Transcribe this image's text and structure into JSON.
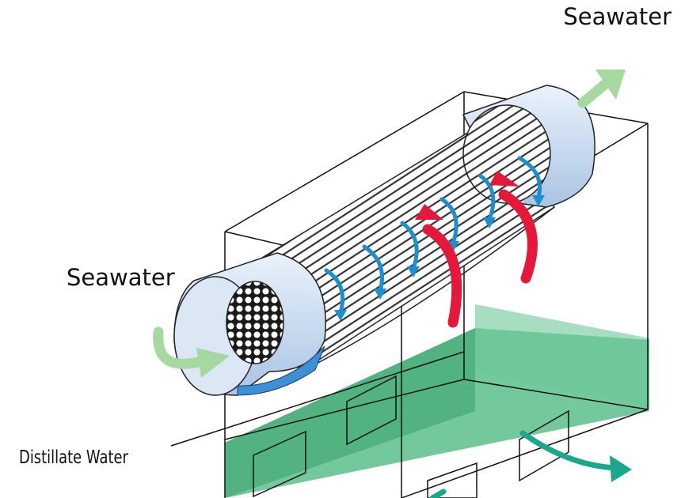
{
  "labels": {
    "seawater_outlet": "Seawater",
    "seawater_inlet": "Seawater",
    "distillate": "Distillate Water"
  },
  "icons": {
    "inlet_arrow": "curved-arrow-in",
    "outlet_arrow": "arrow-out",
    "vapor_arrows": "curved-arrow-up",
    "condensate_arrows": "curved-arrow-down",
    "distillate_arrows": "curved-arrow-out"
  },
  "colors": {
    "seawater_flow": "#9ed49a",
    "vapor": "#e5173a",
    "condensate": "#1c8fd0",
    "distillate_pool": "#4caf7e",
    "distillate_arrow": "#1aa88a",
    "tube_shell": "#d3e2f2"
  }
}
